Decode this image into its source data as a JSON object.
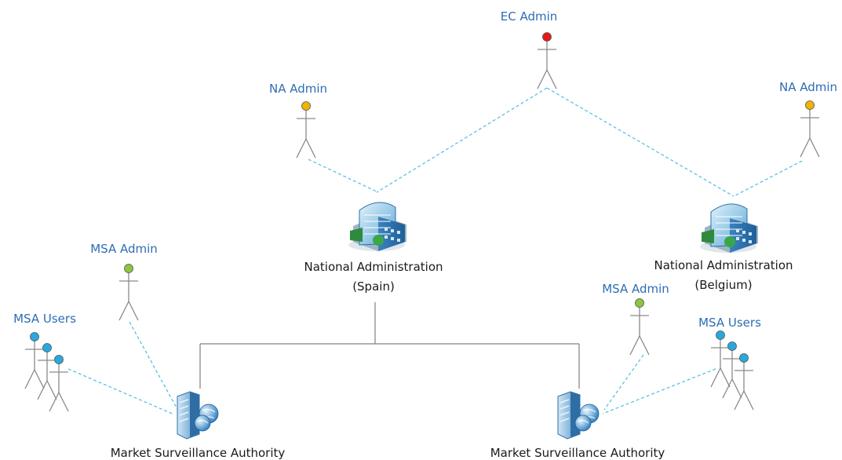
{
  "colors": {
    "link_line": "#5bc0e6",
    "tree_line": "#808080",
    "actor_stroke": "#8a8a8a",
    "role_label": "#2e6db4",
    "node_label": "#1a1a1a",
    "ec_admin": "#e81818",
    "na_admin": "#f0b400",
    "msa_admin": "#8cc63f",
    "msa_user": "#29a8e0"
  },
  "labels": {
    "ec_admin": "EC Admin",
    "na_admin_spain": "NA Admin",
    "na_admin_belgium": "NA Admin",
    "na_spain_line1": "National Administration",
    "na_spain_line2": "(Spain)",
    "na_belgium_line1": "National Administration",
    "na_belgium_line2": "(Belgium)",
    "msa_admin_left": "MSA Admin",
    "msa_users_left": "MSA Users",
    "msa_admin_right": "MSA Admin",
    "msa_users_right": "MSA Users",
    "msa_left": "Market Surveillance Authority",
    "msa_right": "Market Surveillance Authority"
  },
  "icons": {
    "national_building": "building-icon",
    "msa_server": "server-globe-icon",
    "actor": "stick-figure-icon"
  }
}
